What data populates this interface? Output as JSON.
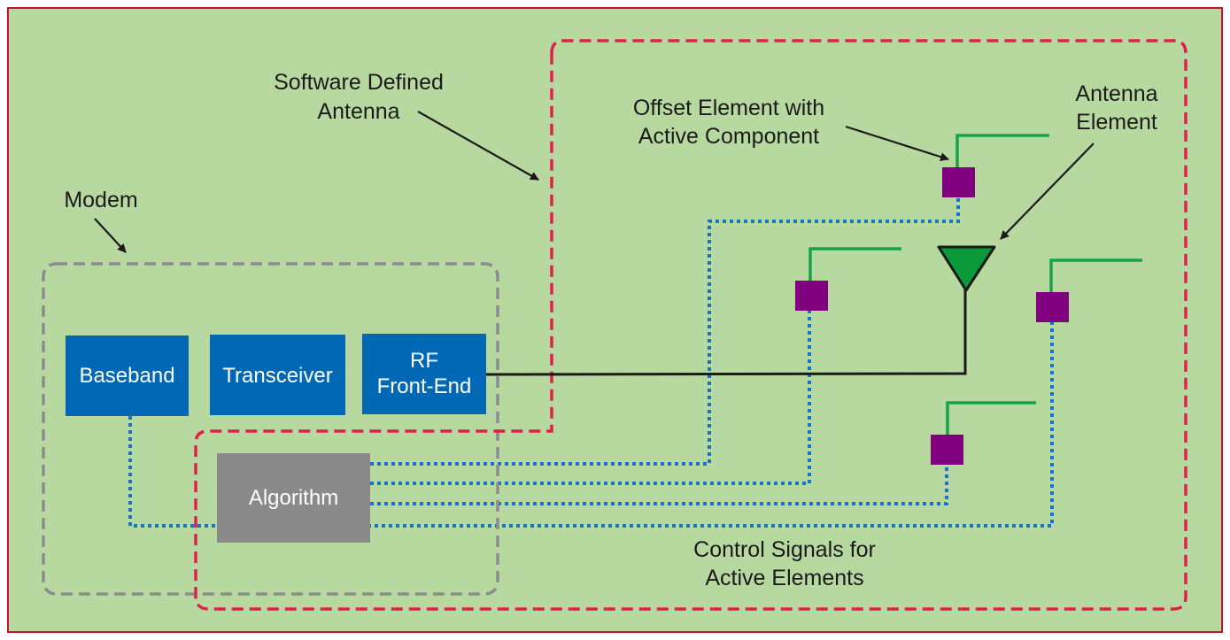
{
  "labels": {
    "software_defined_line1": "Software Defined",
    "software_defined_line2": "Antenna",
    "modem": "Modem",
    "offset_line1": "Offset Element with",
    "offset_line2": "Active Component",
    "antenna_line1": "Antenna",
    "antenna_line2": "Element",
    "control_line1": "Control Signals for",
    "control_line2": "Active Elements"
  },
  "blocks": {
    "baseband": "Baseband",
    "transceiver": "Transceiver",
    "rf_line1": "RF",
    "rf_line2": "Front-End",
    "algorithm": "Algorithm"
  },
  "colors": {
    "background": "#b7d9a0",
    "frame": "#c8102e",
    "red_dash": "#e0204a",
    "gray_dash": "#8c8c8c",
    "block_blue": "#0068b5",
    "algorithm_gray": "#8a8a8a",
    "active_purple": "#800080",
    "element_green": "#16a34a",
    "antenna_fill": "#0a9a3c",
    "control_blue": "#1a73c8"
  }
}
